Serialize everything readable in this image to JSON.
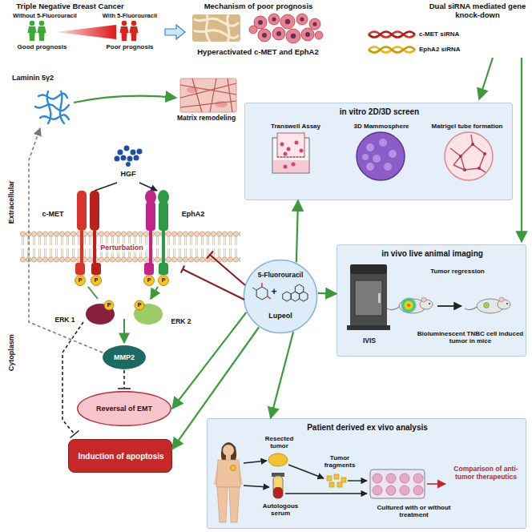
{
  "diagram": {
    "nodes": [
      {
        "text": [
          "in vitro 2D/3D screen",
          "Transwell Assay",
          "3D Mammosphere",
          "Matrigel tube formation"
        ]
      },
      {
        "text": [
          "in vivo live animal imaging",
          "IVIS",
          "Tumor regression",
          "Bioluminescent TNBC cell induced tumor in mice"
        ]
      },
      {
        "text": [
          "5-Fluorouracil",
          "+",
          "Lupeol"
        ]
      },
      {
        "text": [
          "Reversal of EMT"
        ]
      },
      {
        "text": [
          "Induction of apoptosis"
        ]
      },
      {
        "text": [
          "Patient derived ex vivo analysis",
          "Resected tumor",
          "Tumor fragments",
          "Autologous serum",
          "Cultured with or without treatment",
          "Comparison of anti-tumor therapeutics"
        ]
      }
    ],
    "edges": [
      {
        "from": 2,
        "to": 0,
        "arrow": "to"
      },
      {
        "from": 2,
        "to": 1,
        "arrow": "to"
      },
      {
        "from": 2,
        "to": 3,
        "arrow": "to"
      },
      {
        "from": 2,
        "to": 4,
        "arrow": "to"
      },
      {
        "from": 2,
        "to": 5,
        "arrow": "to"
      }
    ],
    "labels": [
      "Triple Negative Breast Cancer",
      "Without 5-Fluorouracil",
      "With 5-Fluorouracil",
      "Good prognosis",
      "Poor prognosis",
      "Mechanism of poor prognosis",
      "Hyperactivated c-MET and EphA2",
      "Dual siRNA mediated gene knock-down",
      "c-MET siRNA",
      "EphA2 siRNA",
      "Laminin 5γ2",
      "Matrix remodeling",
      "HGF",
      "c-MET",
      "EphA2",
      "Perturbation",
      "Extracellular",
      "Cytoplasm",
      "P",
      "P",
      "P",
      "P",
      "ERK 1",
      "ERK 2",
      "P",
      "P",
      "MMP2"
    ]
  }
}
